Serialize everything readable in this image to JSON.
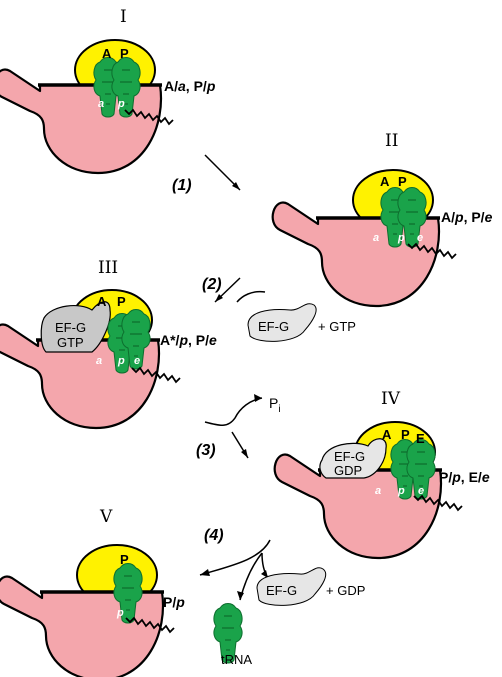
{
  "states": [
    {
      "numeral": "I",
      "label_parts": [
        {
          "t": "A/",
          "i": false
        },
        {
          "t": "a",
          "i": true
        },
        {
          "t": ", P/",
          "i": false
        },
        {
          "t": "p",
          "i": true
        }
      ],
      "sites_large": [
        "A",
        "P"
      ],
      "sites_small": [
        "a",
        "p"
      ]
    },
    {
      "numeral": "II",
      "label_parts": [
        {
          "t": "A/",
          "i": false
        },
        {
          "t": "p",
          "i": true
        },
        {
          "t": ", P/",
          "i": false
        },
        {
          "t": "e",
          "i": true
        }
      ],
      "sites_large": [
        "A",
        "P"
      ],
      "sites_small": [
        "a",
        "p",
        "e"
      ]
    },
    {
      "numeral": "III",
      "label_parts": [
        {
          "t": "A*/",
          "i": false
        },
        {
          "t": "p",
          "i": true
        },
        {
          "t": ", P/",
          "i": false
        },
        {
          "t": "e",
          "i": true
        }
      ],
      "sites_large": [
        "A",
        "P"
      ],
      "sites_small": [
        "a",
        "p",
        "e"
      ],
      "factor": [
        "EF-G",
        "GTP"
      ]
    },
    {
      "numeral": "IV",
      "label_parts": [
        {
          "t": "P/",
          "i": false
        },
        {
          "t": "p",
          "i": true
        },
        {
          "t": ", E/",
          "i": false
        },
        {
          "t": "e",
          "i": true
        }
      ],
      "sites_large": [
        "A",
        "P",
        "E"
      ],
      "sites_small": [
        "a",
        "p",
        "e"
      ],
      "factor": [
        "EF-G",
        "GDP"
      ]
    },
    {
      "numeral": "V",
      "label_parts": [
        {
          "t": "P/",
          "i": false
        },
        {
          "t": "p",
          "i": true
        }
      ],
      "sites_large": [
        "P"
      ],
      "sites_small": [
        "p"
      ]
    }
  ],
  "steps": [
    "(1)",
    "(2)",
    "(3)",
    "(4)"
  ],
  "free_factor": {
    "label": "EF-G",
    "plus_gtp": "+ GTP",
    "plus_gdp": "+ GDP"
  },
  "phosphate": {
    "base": "P",
    "sub": "i"
  },
  "released": "tRNA",
  "colors": {
    "small_subunit": "#f4a6ac",
    "large_subunit": "#fff200",
    "trna": "#1aa34a",
    "factor": "#c8c8c8",
    "factor_free": "#e6e6e6",
    "outline": "#000000"
  }
}
